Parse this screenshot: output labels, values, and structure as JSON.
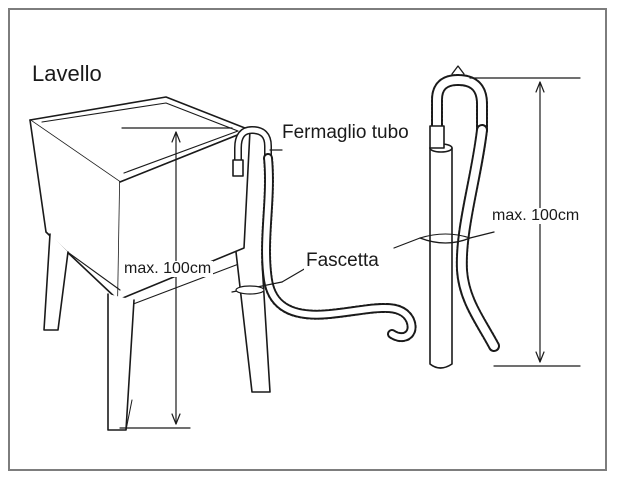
{
  "labels": {
    "sink": "Lavello",
    "hose_clip": "Fermaglio tubo",
    "cable_tie": "Fascetta",
    "max_height_left": "max. 100cm",
    "max_height_right": "max. 100cm"
  },
  "colors": {
    "line": "#1a1a1a",
    "frame": "#7d7d7d",
    "background": "#ffffff"
  }
}
